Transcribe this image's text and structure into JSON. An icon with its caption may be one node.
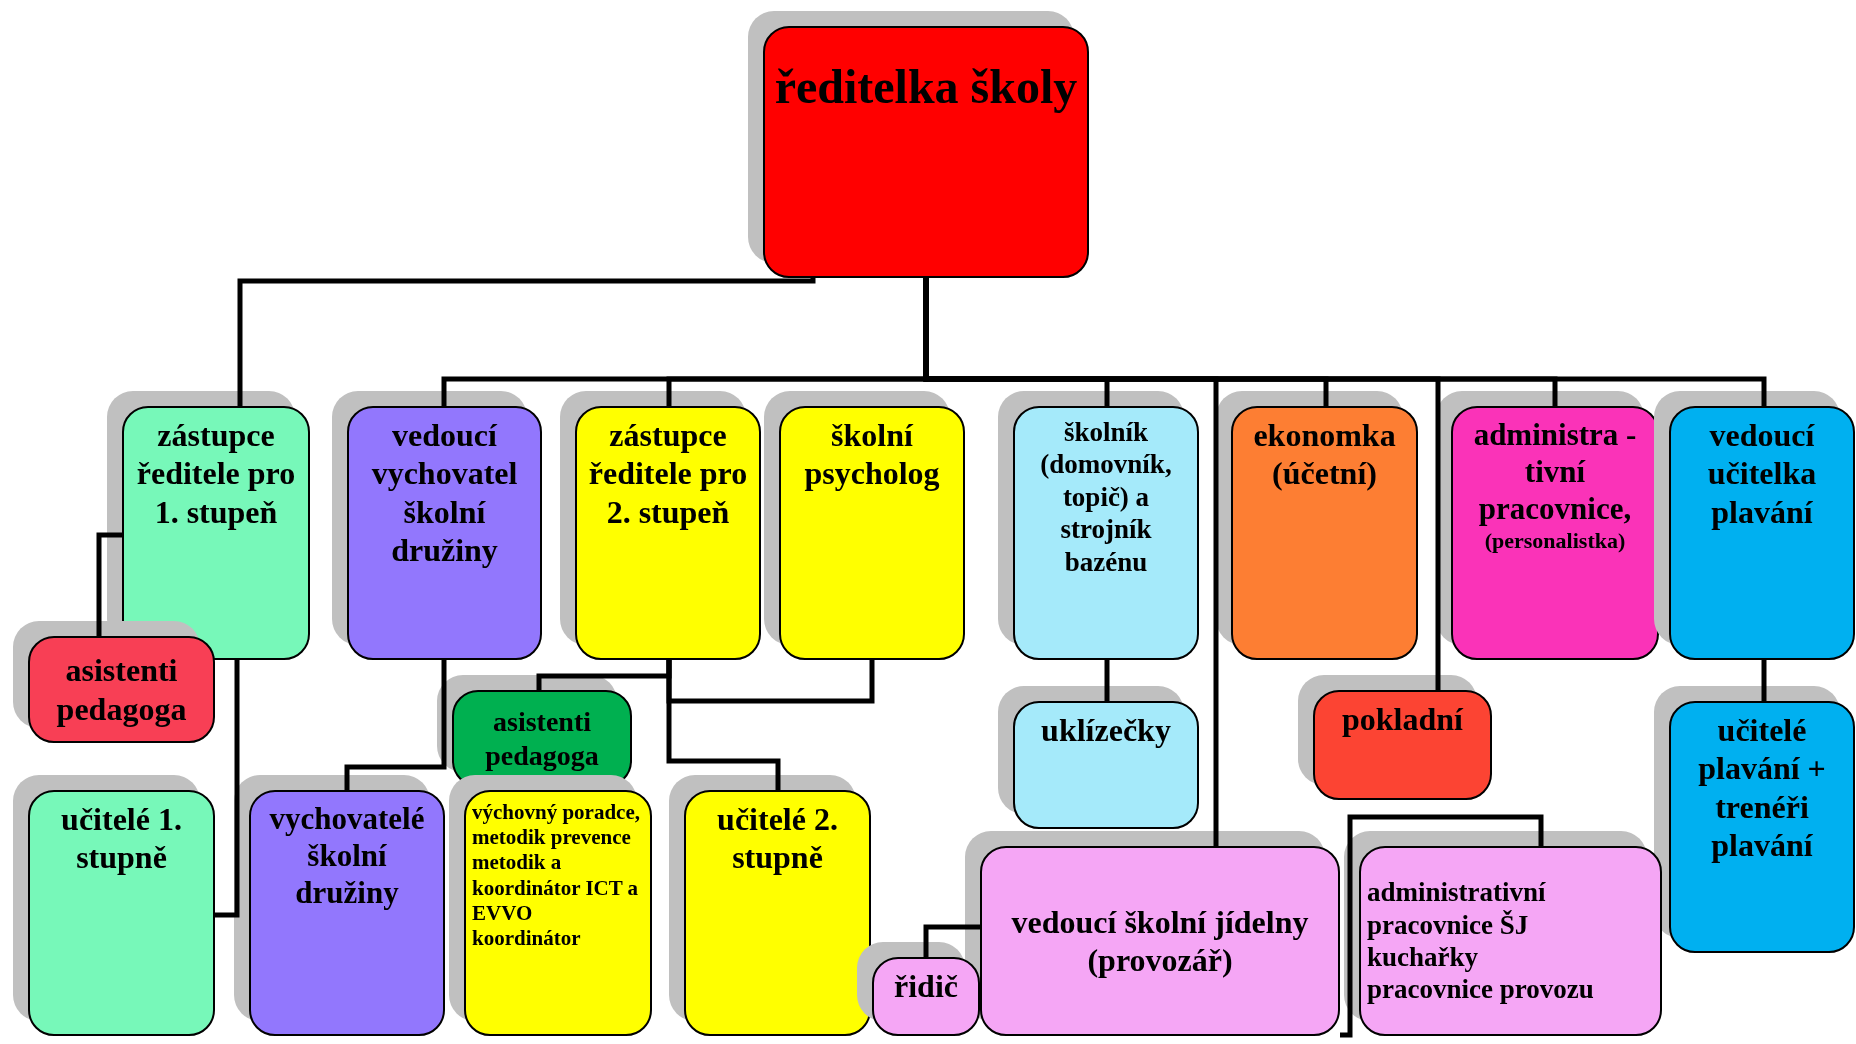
{
  "diagram": {
    "nodes": [
      {
        "text": [
          "ředitelka školy"
        ]
      },
      {
        "text": [
          "zástupce ředitele pro 1. stupeň"
        ]
      },
      {
        "text": [
          "asistenti pedagoga"
        ]
      },
      {
        "text": [
          "učitelé 1. stupně"
        ]
      },
      {
        "text": [
          "vedoucí vychovatel školní družiny"
        ]
      },
      {
        "text": [
          "vychovatelé školní družiny"
        ]
      },
      {
        "text": [
          "zástupce ředitele pro 2. stupeň"
        ]
      },
      {
        "text": [
          "školní psycholog"
        ]
      },
      {
        "text": [
          "asistenti pedagoga"
        ]
      },
      {
        "text": [
          "výchovný poradce, metodik prevence metodik a koordinátor ICT a EVVO koordinátor"
        ]
      },
      {
        "text": [
          "učitelé 2. stupně"
        ]
      },
      {
        "text": [
          "školník (domovník, topič) a strojník bazénu"
        ]
      },
      {
        "text": [
          "uklízečky"
        ]
      },
      {
        "text": [
          "ekonomka (účetní)"
        ]
      },
      {
        "text": [
          "pokladní"
        ]
      },
      {
        "text": [
          "administra -tivní pracovnice,",
          "(personalistka)"
        ]
      },
      {
        "text": [
          "vedoucí učitelka plavání"
        ]
      },
      {
        "text": [
          "učitelé plavání + trenéři plavání"
        ]
      },
      {
        "text": [
          "vedoucí školní jídelny (provozář)"
        ]
      },
      {
        "text": [
          "řidič"
        ]
      },
      {
        "text": [
          "administrativní pracovnice ŠJ",
          "kuchařky",
          "pracovnice provozu"
        ]
      }
    ],
    "edges": [
      {
        "from": 0,
        "to": 1,
        "arrow": "none"
      },
      {
        "from": 0,
        "to": 4,
        "arrow": "none"
      },
      {
        "from": 0,
        "to": 6,
        "arrow": "none"
      },
      {
        "from": 0,
        "to": 11,
        "arrow": "none"
      },
      {
        "from": 0,
        "to": 13,
        "arrow": "none"
      },
      {
        "from": 0,
        "to": 15,
        "arrow": "none"
      },
      {
        "from": 0,
        "to": 16,
        "arrow": "none"
      },
      {
        "from": 0,
        "to": 14,
        "arrow": "none"
      },
      {
        "from": 0,
        "to": 18,
        "arrow": "none"
      },
      {
        "from": 1,
        "to": 2,
        "arrow": "none"
      },
      {
        "from": 1,
        "to": 3,
        "arrow": "none"
      },
      {
        "from": 4,
        "to": 5,
        "arrow": "none"
      },
      {
        "from": 6,
        "to": 8,
        "arrow": "none"
      },
      {
        "from": 6,
        "to": 7,
        "arrow": "none"
      },
      {
        "from": 6,
        "to": 10,
        "arrow": "none"
      },
      {
        "from": 11,
        "to": 12,
        "arrow": "none"
      },
      {
        "from": 16,
        "to": 17,
        "arrow": "none"
      },
      {
        "from": 18,
        "to": 19,
        "arrow": "none"
      },
      {
        "from": 18,
        "to": 20,
        "arrow": "none"
      }
    ]
  }
}
